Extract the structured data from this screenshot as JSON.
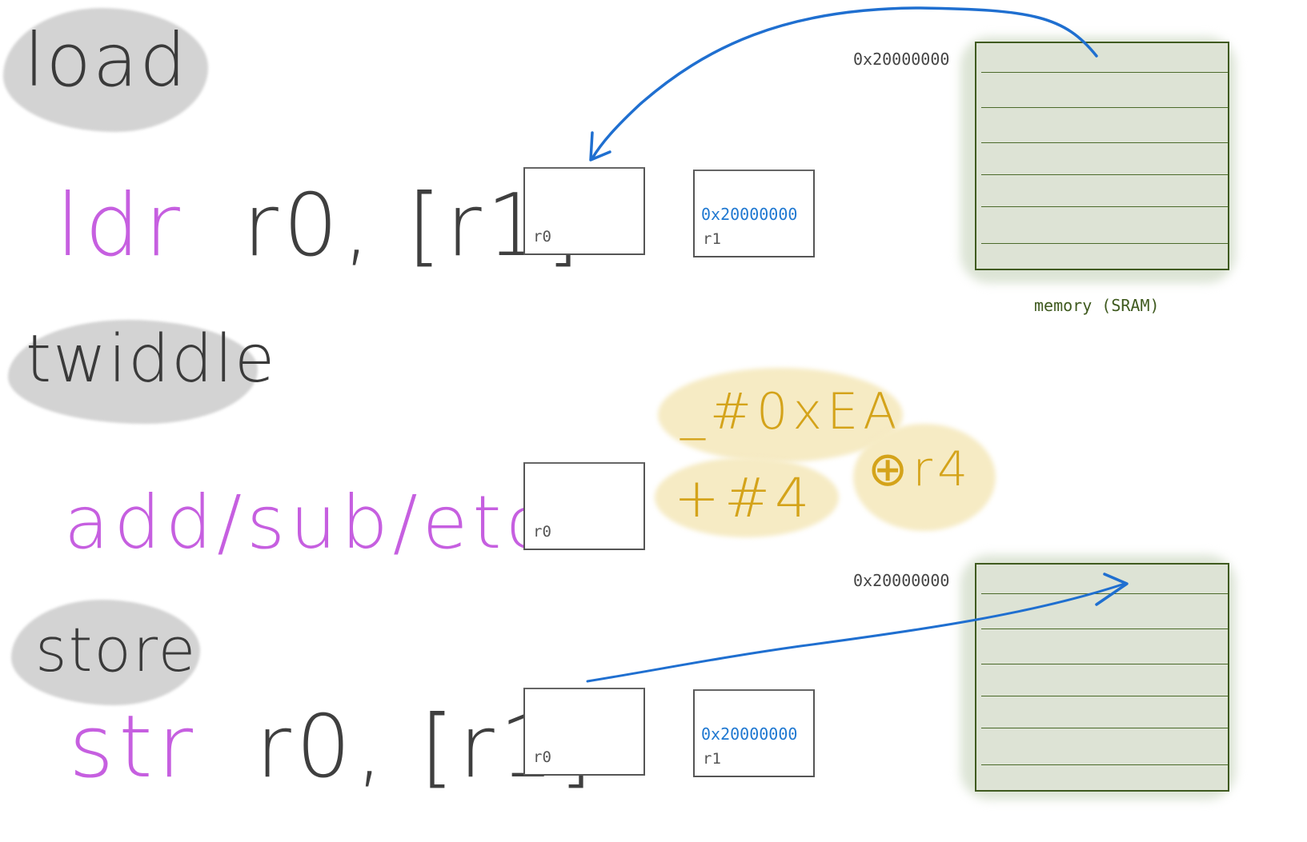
{
  "sections": {
    "load": "load",
    "twiddle": "twiddle",
    "store": "store"
  },
  "instructions": {
    "ldr_op": "ldr",
    "ldr_args": "r0, [r1]",
    "alu_op": "add/sub/etc.",
    "str_op": "str",
    "str_args": "r0, [r1]"
  },
  "registers": {
    "r0": "r0",
    "r1": "r1",
    "r1_value": "0x20000000"
  },
  "memory": {
    "address": "0x20000000",
    "label": "memory (SRAM)"
  },
  "operands": {
    "hex_imm": "_#0xEA",
    "imm4": "+#4",
    "xor_r4": "⊕r4"
  },
  "colors": {
    "opcode": "#c65fe0",
    "register_text": "#3f3f3f",
    "address_value": "#1f78d1",
    "arrow": "#1f6fd0",
    "memory_fill": "#dde3d5",
    "memory_border": "#3f5a1f",
    "operand_text": "#d4a31a",
    "operand_fill": "#f6ebc4",
    "section_fill": "#d3d3d3"
  }
}
